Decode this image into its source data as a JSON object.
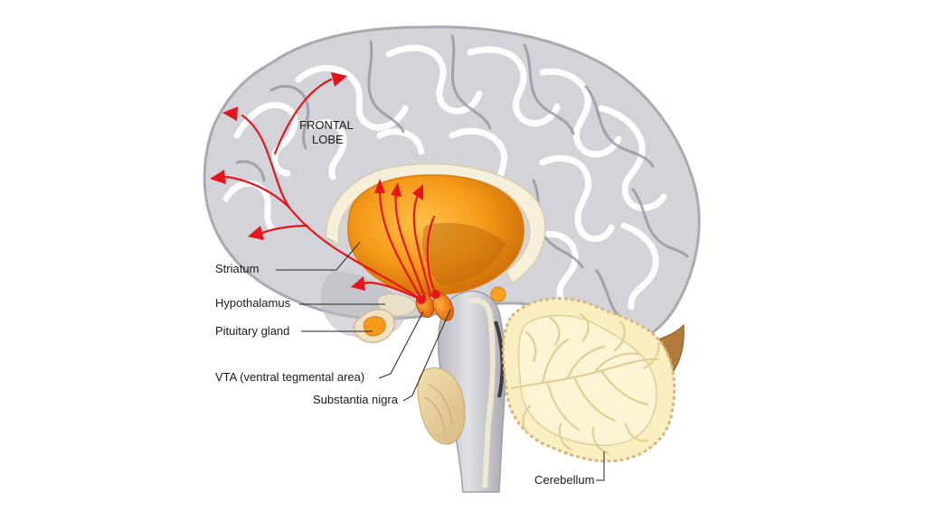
{
  "labels": {
    "frontal_lobe_line1": "FRONTAL",
    "frontal_lobe_line2": "LOBE",
    "striatum": "Striatum",
    "hypothalamus": "Hypothalamus",
    "pituitary_gland": "Pituitary gland",
    "vta": "VTA (ventral tegmental area)",
    "substantia_nigra": "Substantia nigra",
    "cerebellum": "Cerebellum"
  },
  "colors": {
    "cortex": "#d3d4d9",
    "cortex_edge": "#a9abb3",
    "striatum_orange": "#f7a21c",
    "striatum_dark": "#d97c0a",
    "pathway_red": "#e8141b",
    "cerebellum_fill": "#fbeec0",
    "cerebellum_edge": "#d7b77a",
    "brainstem": "#c9cacf"
  }
}
